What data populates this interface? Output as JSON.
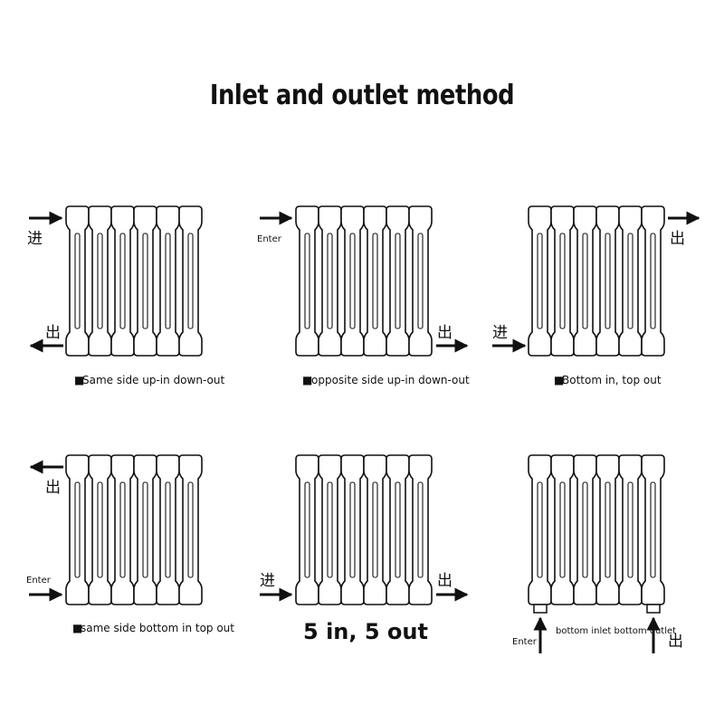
{
  "title": "Inlet and outlet method",
  "panels": [
    {
      "caption": "Same side up-in down-out",
      "marker": "■",
      "labels": {
        "in_top": "进",
        "out_bottom": "出"
      }
    },
    {
      "caption": "opposite side up-in down-out",
      "marker": "■",
      "labels": {
        "in_top": "Enter",
        "out_bottom": "出"
      }
    },
    {
      "caption": "Bottom in, top out",
      "marker": "■",
      "labels": {
        "out_top": "出",
        "in_bottom": "进"
      }
    },
    {
      "caption": "same side bottom in top out",
      "marker": "■",
      "labels": {
        "out_top": "出",
        "in_bottom": "Enter"
      }
    },
    {
      "caption": "5 in, 5 out",
      "marker": "",
      "labels": {
        "in_bottom": "进",
        "out_bottom": "出"
      }
    },
    {
      "caption": "bottom inlet bottom outlet",
      "marker": "",
      "labels": {
        "in_below": "Enter",
        "out_below": "出"
      }
    }
  ]
}
